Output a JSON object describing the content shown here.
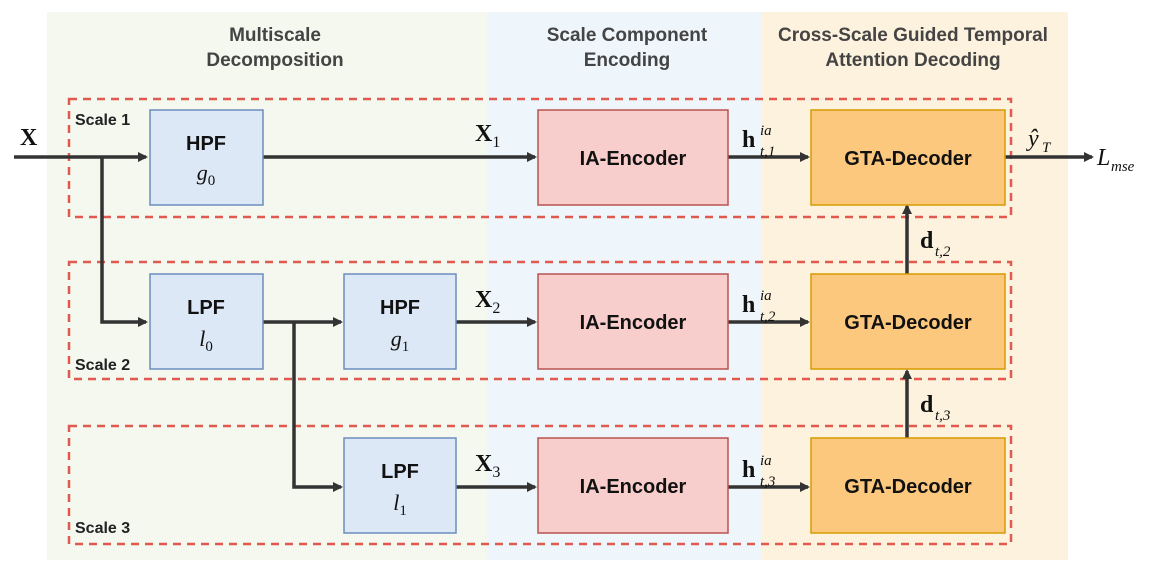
{
  "colors": {
    "section1_bg": "#f4f8ef",
    "section2_bg": "#eef5fb",
    "section3_bg": "#fdf2dd",
    "scale_border": "#e05a4f",
    "filter_fill": "#dde8f7",
    "filter_border": "#6c8ebf",
    "encoder_fill": "#f8cecc",
    "encoder_border": "#b85450",
    "decoder_fill": "#fcc87d",
    "decoder_border": "#d79b00",
    "wire": "#333333"
  },
  "sections": {
    "decomposition": {
      "line1": "Multiscale",
      "line2": "Decomposition"
    },
    "encoding": {
      "line1": "Scale Component",
      "line2": "Encoding"
    },
    "decoding": {
      "line1": "Cross-Scale Guided Temporal",
      "line2": "Attention Decoding"
    }
  },
  "scales": {
    "s1": "Scale 1",
    "s2": "Scale 2",
    "s3": "Scale 3"
  },
  "blocks": {
    "hpf0": {
      "title": "HPF",
      "sym": "g",
      "sub": "0"
    },
    "lpf0": {
      "title": "LPF",
      "sym": "l",
      "sub": "0"
    },
    "hpf1": {
      "title": "HPF",
      "sym": "g",
      "sub": "1"
    },
    "lpf1": {
      "title": "LPF",
      "sym": "l",
      "sub": "1"
    },
    "enc1": {
      "title": "IA-Encoder"
    },
    "enc2": {
      "title": "IA-Encoder"
    },
    "enc3": {
      "title": "IA-Encoder"
    },
    "dec1": {
      "title": "GTA-Decoder"
    },
    "dec2": {
      "title": "GTA-Decoder"
    },
    "dec3": {
      "title": "GTA-Decoder"
    }
  },
  "signals": {
    "input": "X",
    "x1": {
      "main": "X",
      "sub": "1"
    },
    "x2": {
      "main": "X",
      "sub": "2"
    },
    "x3": {
      "main": "X",
      "sub": "3"
    },
    "h1": {
      "main": "h",
      "sup": "ia",
      "sub": "t,1"
    },
    "h2": {
      "main": "h",
      "sup": "ia",
      "sub": "t,2"
    },
    "h3": {
      "main": "h",
      "sup": "ia",
      "sub": "t,3"
    },
    "d2": {
      "main": "d",
      "sub": "t,2"
    },
    "d3": {
      "main": "d",
      "sub": "t,3"
    },
    "yhat": {
      "main": "ŷ",
      "sub": "T"
    },
    "loss": {
      "main": "L",
      "sub": "mse"
    }
  }
}
